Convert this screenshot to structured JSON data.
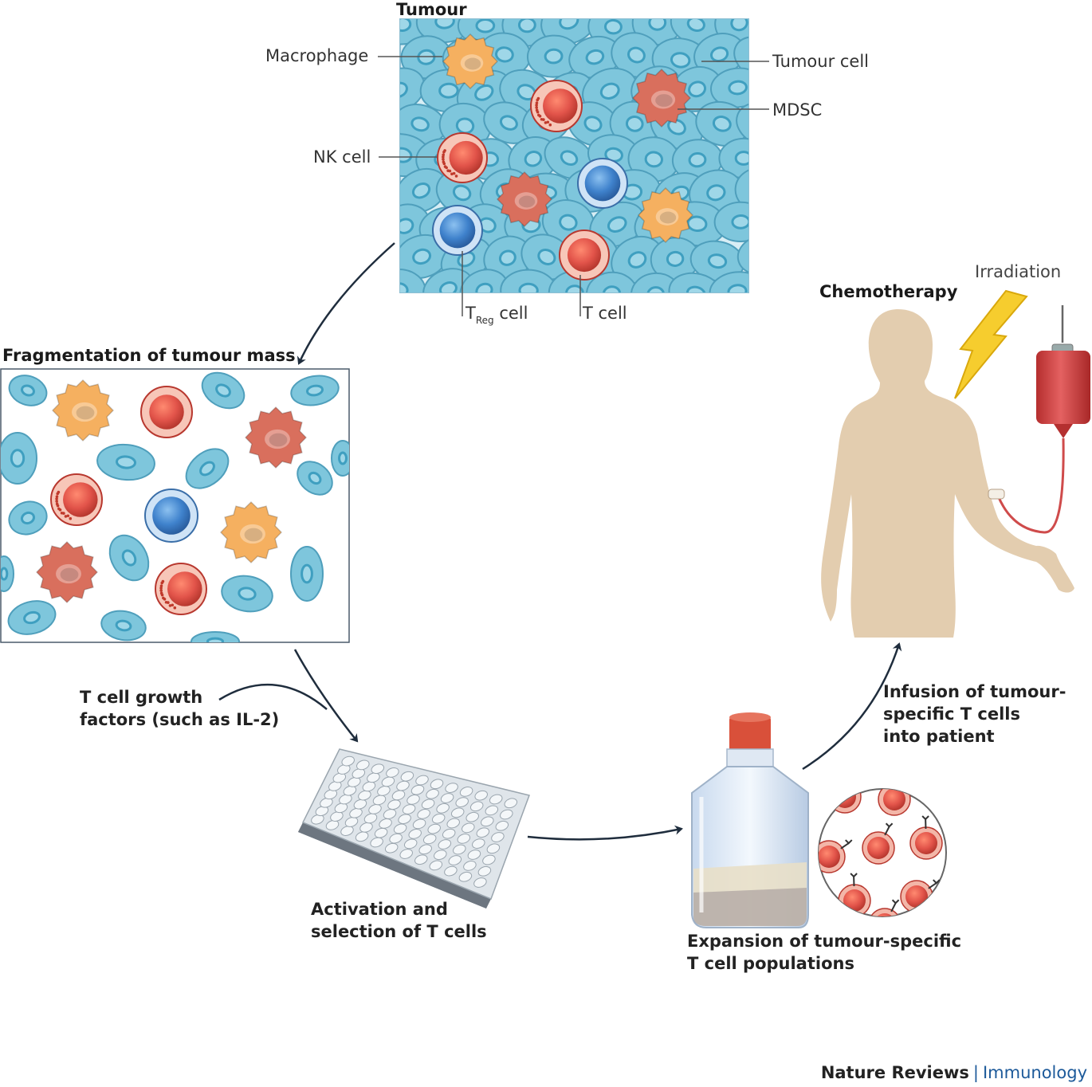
{
  "tumour_panel": {
    "title": "Tumour",
    "labels": {
      "macrophage": "Macrophage",
      "nk_cell": "NK cell",
      "tumour_cell": "Tumour cell",
      "mdsc": "MDSC",
      "treg_main": "T",
      "treg_sub": "Reg",
      "treg_suffix": " cell",
      "t_cell": "T cell"
    }
  },
  "fragmentation": {
    "title": "Fragmentation of tumour mass"
  },
  "growth_factors": {
    "line1": "T cell growth",
    "line2": "factors (such as IL-2)"
  },
  "activation": {
    "line1": "Activation and",
    "line2": "selection of T cells"
  },
  "expansion": {
    "line1": "Expansion of tumour-specific",
    "line2": "T cell populations"
  },
  "infusion": {
    "line1": "Infusion of tumour-",
    "line2": "specific T cells",
    "line3": "into patient"
  },
  "patient": {
    "chemotherapy": "Chemotherapy",
    "irradiation": "Irradiation"
  },
  "credit": {
    "journal": "Nature Reviews",
    "separator": "|",
    "section": "Immunology"
  },
  "colors": {
    "tumour_cell": "#7ec6dc",
    "tumour_nucleus": "#3f9fc0",
    "macrophage": "#f5b060",
    "mdsc": "#d96f5d",
    "t_cell": "#e2544a",
    "treg": "#3f82cc",
    "body": "#e3cdaf",
    "blood_bag": "#cf3b3b",
    "bolt": "#f6cd2e"
  }
}
